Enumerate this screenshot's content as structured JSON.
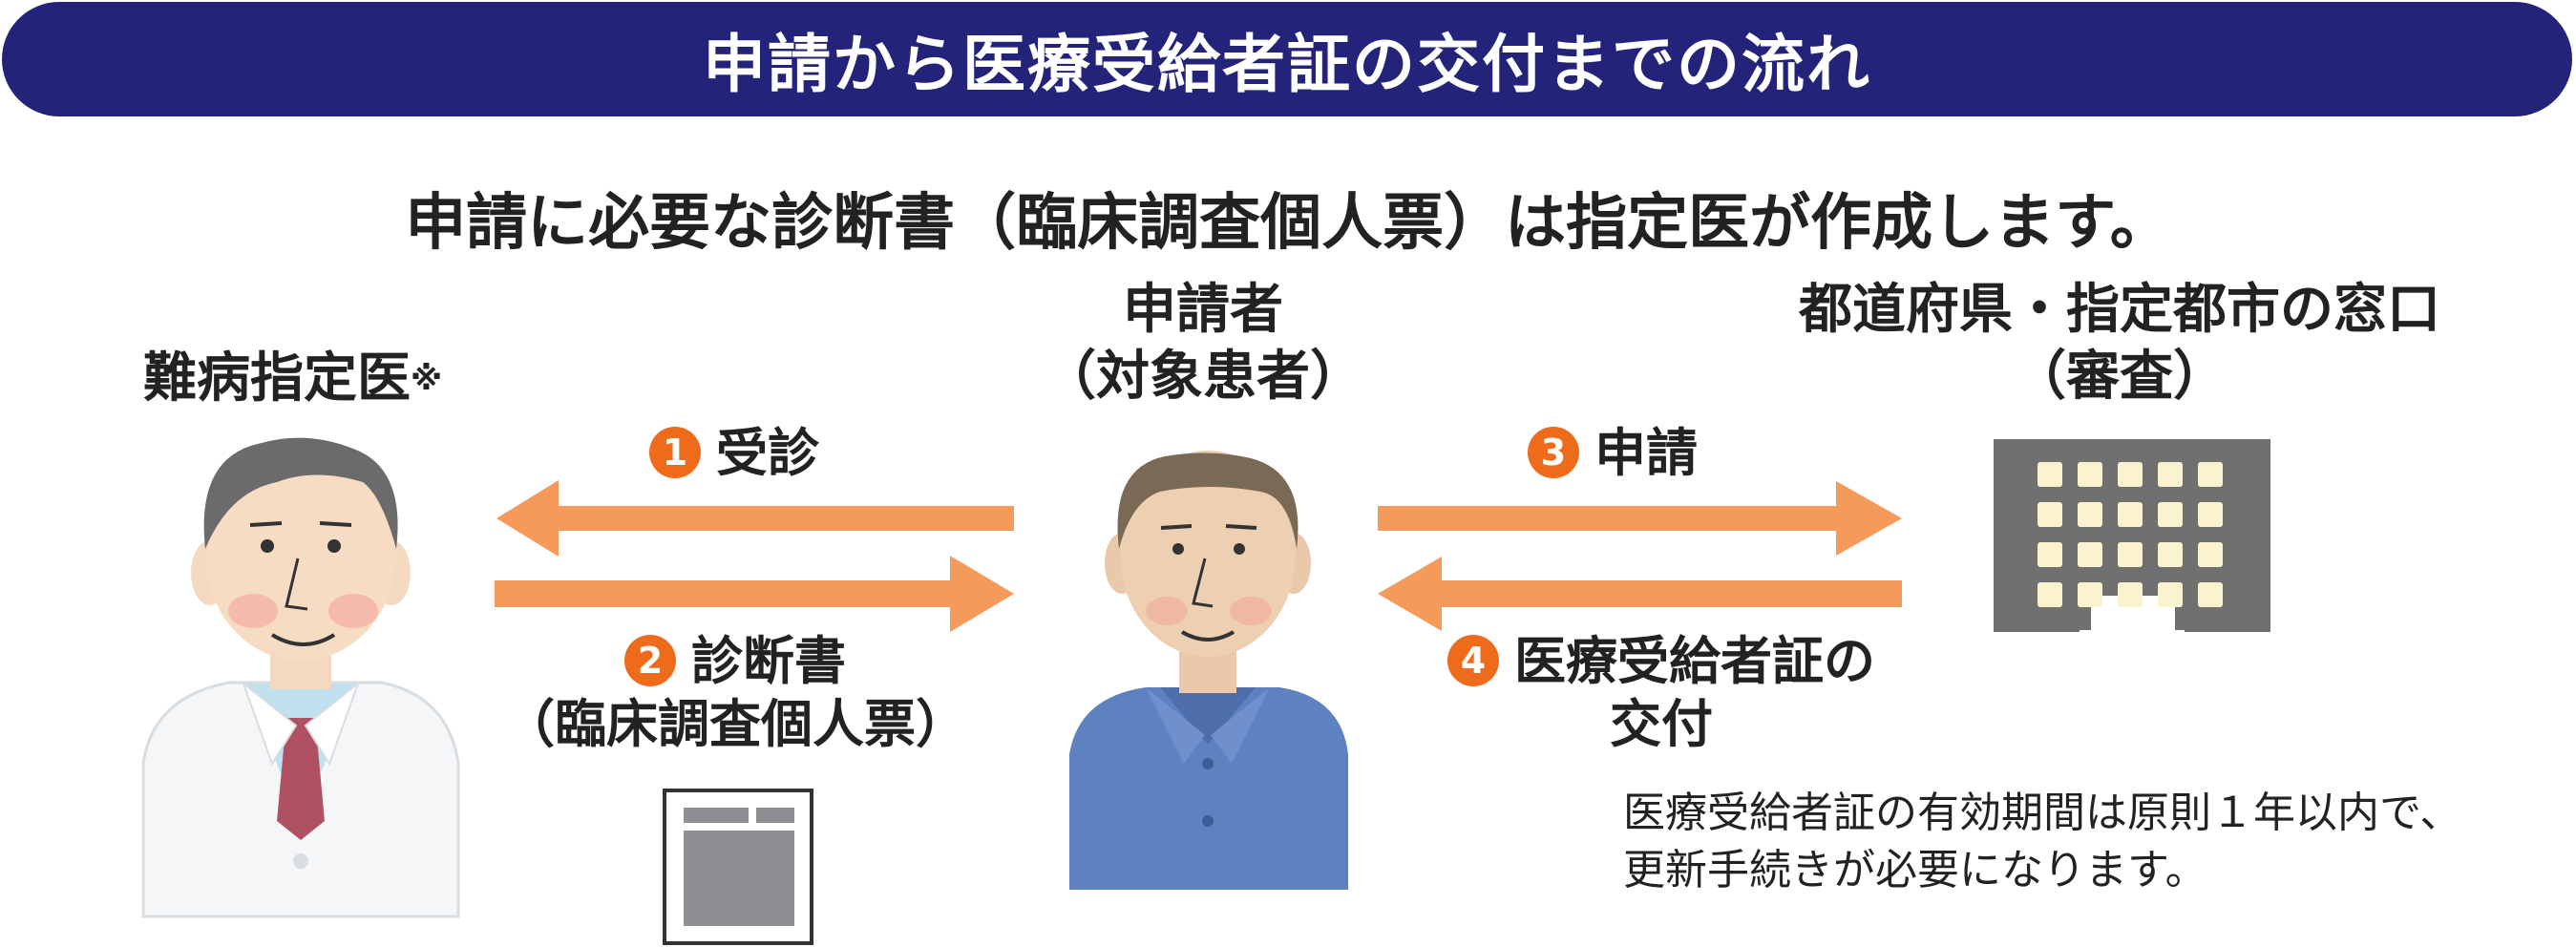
{
  "title": "申請から医療受給者証の交付までの流れ",
  "subtitle": "申請に必要な診断書（臨床調査個人票）は指定医が作成します。",
  "roles": {
    "doctor": {
      "label": "難病指定医",
      "mark": "※"
    },
    "applicant": {
      "line1": "申請者",
      "line2": "（対象患者）"
    },
    "office": {
      "line1": "都道府県・指定都市の窓口",
      "line2": "（審査）"
    }
  },
  "steps": [
    {
      "num": "1",
      "label": "受診"
    },
    {
      "num": "2",
      "label": "診断書",
      "sub": "（臨床調査個人票）"
    },
    {
      "num": "3",
      "label": "申請"
    },
    {
      "num": "4",
      "label": "医療受給者証の",
      "sub": "交付"
    }
  ],
  "note": {
    "line1": "医療受給者証の有効期間は原則１年以内で、",
    "line2": "更新手続きが必要になります。"
  },
  "colors": {
    "banner": "#24237a",
    "arrow": "#f59a5b",
    "step_circle": "#ef6b1c",
    "building": "#707070",
    "window": "#fbf2cf",
    "shirt": "#5e82c0"
  },
  "icons": [
    "doctor-illustration",
    "patient-illustration",
    "document-icon",
    "building-icon"
  ]
}
